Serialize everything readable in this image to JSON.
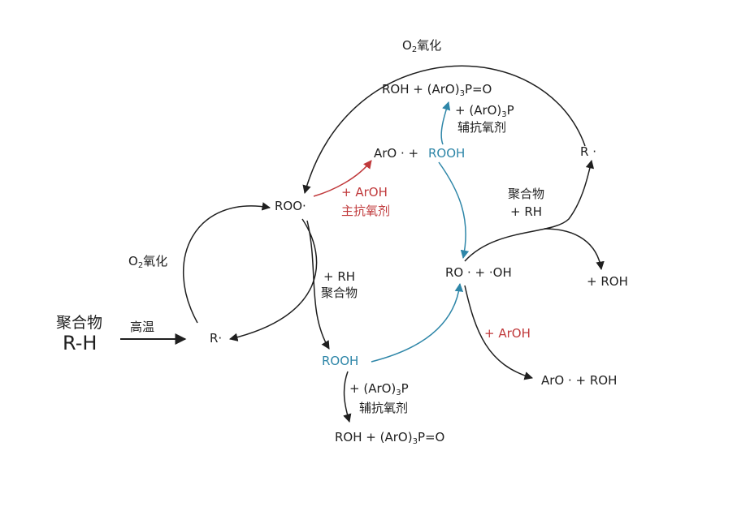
{
  "labels": {
    "polymer_top": "聚合物",
    "rh": "R-H",
    "high_temp": "高温",
    "r_radical_left": "R·",
    "o2_left_a": "O",
    "o2_left_sub": "2",
    "o2_left_b": "氧化",
    "roo": "ROO·",
    "plus_aroh_primary": "+ ArOH",
    "primary_antioxidant": "主抗氧剂",
    "plus_rh_mid": "+ RH",
    "polymer_mid": "聚合物",
    "rooh_bottom": "ROOH",
    "plus_phosphite_bottom_a": "+ (ArO)",
    "plus_phosphite_bottom_sub": "3",
    "plus_phosphite_bottom_b": "P",
    "aux_antioxidant_bottom": "辅抗氧剂",
    "product_bottom_a": "ROH + (ArO)",
    "product_bottom_sub": "3",
    "product_bottom_b": "P=O",
    "o2_top_a": "O",
    "o2_top_sub": "2",
    "o2_top_b": "氧化",
    "product_top_a": "ROH + (ArO)",
    "product_top_sub": "3",
    "product_top_b": "P=O",
    "plus_phosphite_top_a": "+ (ArO)",
    "plus_phosphite_top_sub": "3",
    "plus_phosphite_top_b": "P",
    "aux_antioxidant_top": "辅抗氧剂",
    "aro_plus": "ArO · +",
    "rooh_top": "ROOH",
    "r_radical_right": "R ·",
    "polymer_right": "聚合物",
    "plus_rh_right": "+ RH",
    "ro_oh": "RO · + ·OH",
    "plus_roh_right": "+ ROH",
    "plus_aroh_lower": "+ ArOH",
    "aro_roh": "ArO · + ROH"
  },
  "colors": {
    "text": "#1f1f1f",
    "arrow": "#1f1f1f",
    "blue": "#2e86a8",
    "red": "#c0393b"
  }
}
